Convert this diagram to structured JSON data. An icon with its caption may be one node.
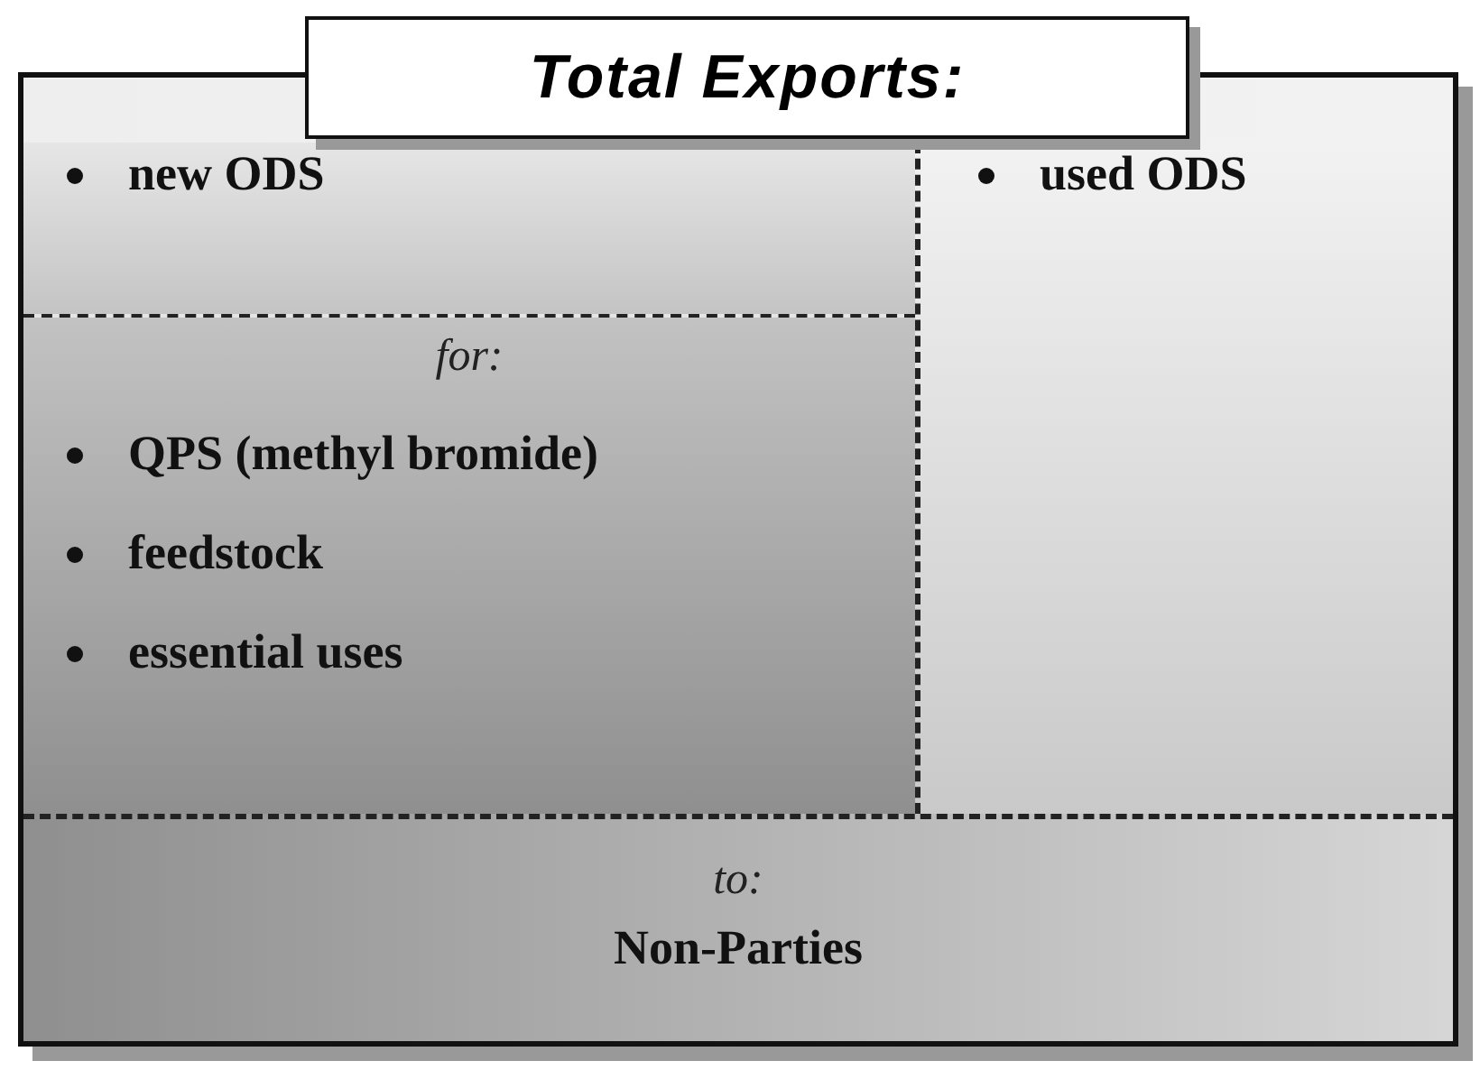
{
  "diagram": {
    "nodes": [
      {
        "text": [
          "Total Exports:"
        ]
      },
      {
        "text": [
          "new ODS"
        ],
        "in": 0
      },
      {
        "text": [
          "used ODS"
        ],
        "in": 0
      },
      {
        "text": [
          "for:",
          "QPS (methyl bromide)",
          "feedstock",
          "essential uses"
        ],
        "in": 0
      },
      {
        "text": [
          "to:",
          "Non-Parties"
        ],
        "in": 0
      }
    ]
  }
}
